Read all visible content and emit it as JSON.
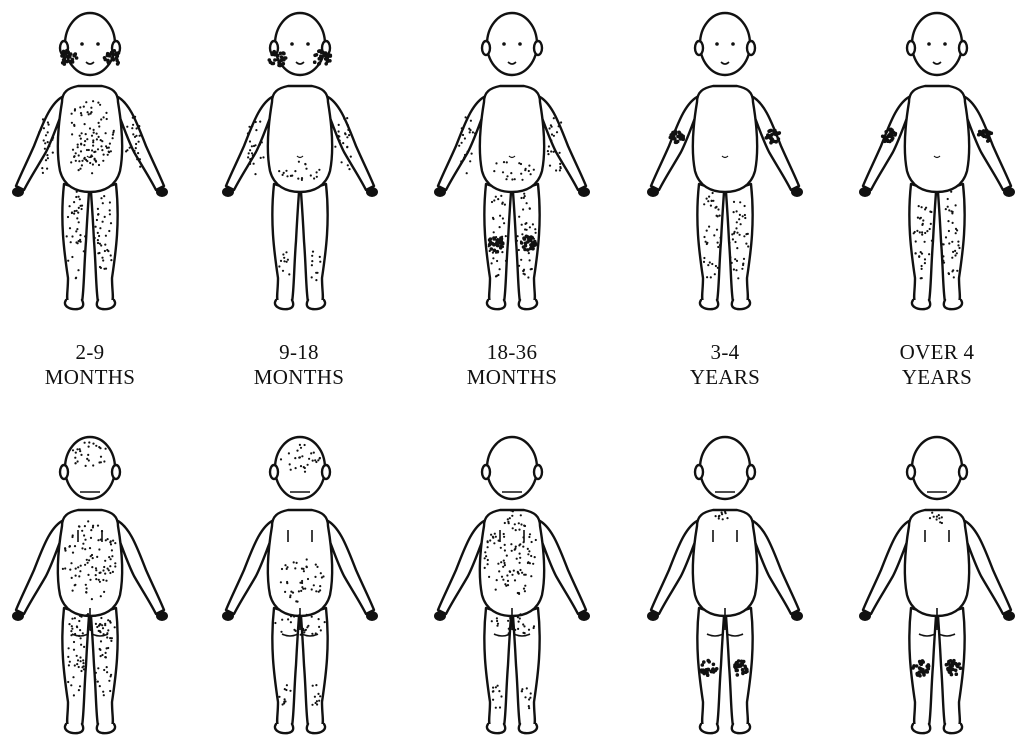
{
  "figure": {
    "ink_color": "#111111",
    "paper_color": "#ffffff",
    "columns": [
      {
        "age_top": "2-9",
        "age_bottom": "MONTHS",
        "front_areas": [
          "cheeks",
          "chest",
          "abdomen",
          "arms",
          "legs"
        ],
        "back_areas": [
          "scalp",
          "back",
          "buttocks",
          "legs"
        ]
      },
      {
        "age_top": "9-18",
        "age_bottom": "MONTHS",
        "front_areas": [
          "cheeks",
          "lower-abdomen",
          "arms",
          "shins"
        ],
        "back_areas": [
          "scalp",
          "lower-back",
          "buttocks",
          "calves"
        ]
      },
      {
        "age_top": "18-36",
        "age_bottom": "MONTHS",
        "front_areas": [
          "lower-abdomen",
          "arms",
          "knees",
          "legs"
        ],
        "back_areas": [
          "neck",
          "back",
          "buttocks",
          "calves"
        ]
      },
      {
        "age_top": "3-4",
        "age_bottom": "YEARS",
        "front_areas": [
          "elbows",
          "legs"
        ],
        "back_areas": [
          "neck",
          "knees"
        ]
      },
      {
        "age_top": "OVER 4",
        "age_bottom": "YEARS",
        "front_areas": [
          "elbows",
          "legs"
        ],
        "back_areas": [
          "neck",
          "knees"
        ]
      }
    ]
  }
}
